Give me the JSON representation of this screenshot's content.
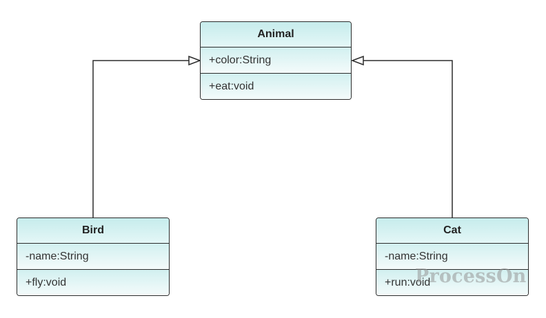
{
  "diagram": {
    "classes": [
      {
        "id": "animal",
        "name": "Animal",
        "attributes": [
          "+color:String"
        ],
        "methods": [
          "+eat:void"
        ]
      },
      {
        "id": "bird",
        "name": "Bird",
        "attributes": [
          "-name:String"
        ],
        "methods": [
          "+fly:void"
        ]
      },
      {
        "id": "cat",
        "name": "Cat",
        "attributes": [
          "-name:String"
        ],
        "methods": [
          "+run:void"
        ]
      }
    ],
    "relations": [
      {
        "type": "inheritance",
        "from": "Bird",
        "to": "Animal"
      },
      {
        "type": "inheritance",
        "from": "Cat",
        "to": "Animal"
      }
    ],
    "colors": {
      "header": "#c6ecec",
      "body": "#eefafb",
      "border": "#2b2b2b"
    }
  },
  "watermark": "ProcessOn"
}
